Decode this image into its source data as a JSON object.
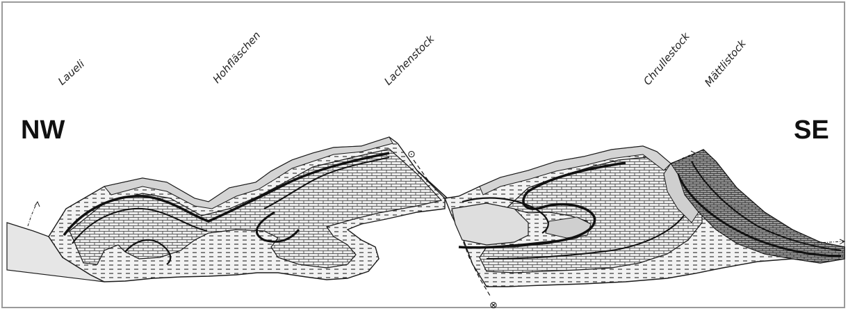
{
  "directions": {
    "left": "NW",
    "right": "SE"
  },
  "peaks": [
    {
      "key": "laueli",
      "name": "Laueli"
    },
    {
      "key": "hohflaschen",
      "name": "Hohfläschen"
    },
    {
      "key": "lachenstock",
      "name": "Lachenstock"
    },
    {
      "key": "chrullestock",
      "name": "Chrullestock"
    },
    {
      "key": "mattlistock",
      "name": "Mättlistock"
    }
  ],
  "fault_symbols": {
    "upper": "⊙",
    "lower": "⊗"
  },
  "colors": {
    "limestone_fill": "#e2e2e2",
    "shale_fill": "#c8c8c8",
    "line": "#1a1a1a",
    "dark_band": "#111111"
  }
}
